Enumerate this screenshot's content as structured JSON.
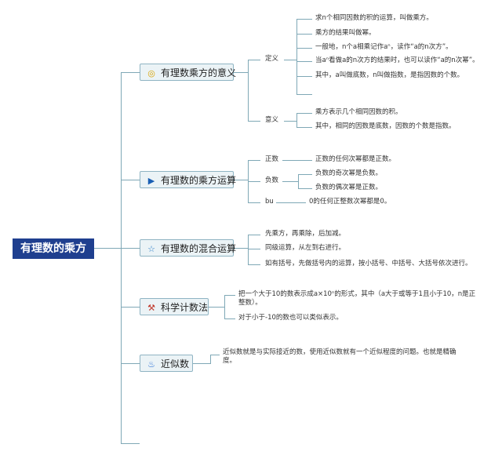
{
  "root": {
    "label": "有理数的乘方"
  },
  "branches": [
    {
      "label": "有理数乘方的意义",
      "icon": "lightbulb-icon",
      "icon_glyph": "◎",
      "icon_color": "#d9a300"
    },
    {
      "label": "有理数的乘方运算",
      "icon": "flag-icon",
      "icon_glyph": "▶",
      "icon_color": "#1a5fb4"
    },
    {
      "label": "有理数的混合运算",
      "icon": "star-icon",
      "icon_glyph": "☆",
      "icon_color": "#2a7cc7"
    },
    {
      "label": "科学计数法",
      "icon": "hammer-icon",
      "icon_glyph": "⚒",
      "icon_color": "#c0392b"
    },
    {
      "label": "近似数",
      "icon": "flame-icon",
      "icon_glyph": "♨",
      "icon_color": "#2a6fd6"
    }
  ],
  "meaning": {
    "definition_label": "定义",
    "definition_items": [
      "求n个相同因数的积的运算，叫做乘方。",
      "乘方的结果叫做幂。",
      "一般地，n个a相乘记作aⁿ，读作“a的n次方”。",
      "当aⁿ看做a的n次方的结果时，也可以读作“a的n次幂”。",
      "其中，a叫做底数，n叫做指数，是指因数的个数。"
    ],
    "significance_label": "意义",
    "significance_items": [
      "乘方表示几个相同因数的积。",
      "其中，相同的因数是底数，因数的个数是指数。"
    ]
  },
  "operation": {
    "positive_label": "正数",
    "positive_item": "正数的任何次幂都是正数。",
    "negative_label": "负数",
    "negative_items": [
      "负数的奇次幂是负数。",
      "负数的偶次幂是正数。"
    ],
    "zero_label": "bu",
    "zero_item": "0的任何正整数次幂都是0。"
  },
  "mixed": {
    "items": [
      "先乘方，再乘除，后加减。",
      "同级运算，从左到右进行。",
      "如有括号，先做括号内的运算，按小括号、中括号、大括号依次进行。"
    ]
  },
  "scientific": {
    "item1": "把一个大于10的数表示成a×10ⁿ的形式，其中（a大于或等于1且小于10，n是正整数）。",
    "item2": "对于小于-10的数也可以类似表示。"
  },
  "approx": {
    "item": "近似数就是与实际接近的数，使用近似数就有一个近似程度的问题。也就是精确度。"
  }
}
